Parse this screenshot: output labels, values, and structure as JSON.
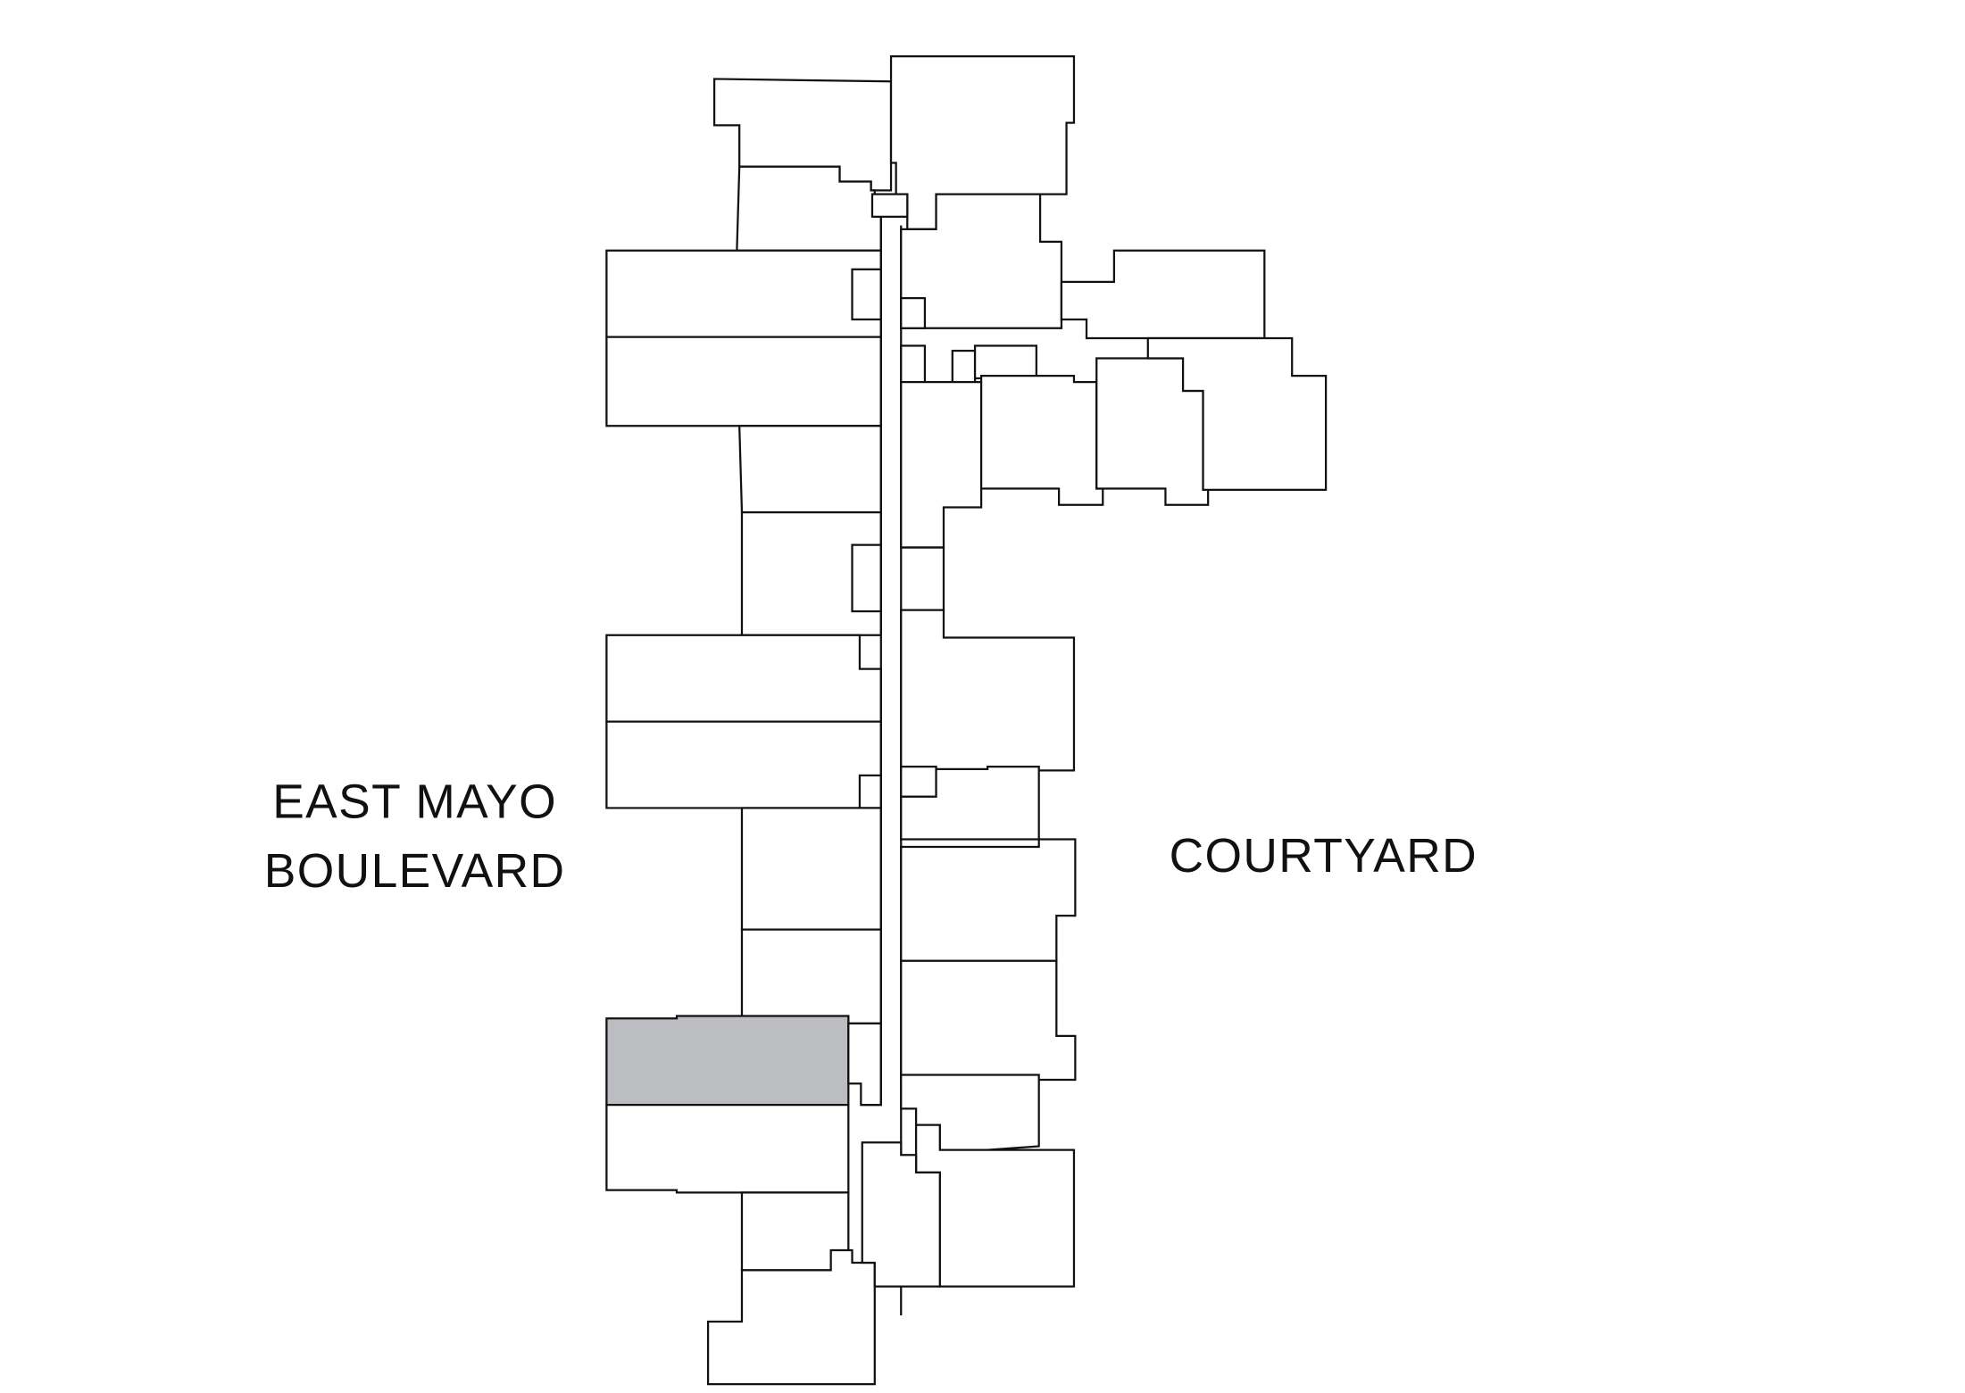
{
  "labels": {
    "street_line1": "EAST MAYO",
    "street_line2": "BOULEVARD",
    "courtyard": "COURTYARD"
  },
  "colors": {
    "highlight_unit": "#bcbdc0",
    "outline": "#111111",
    "background": "#ffffff"
  }
}
